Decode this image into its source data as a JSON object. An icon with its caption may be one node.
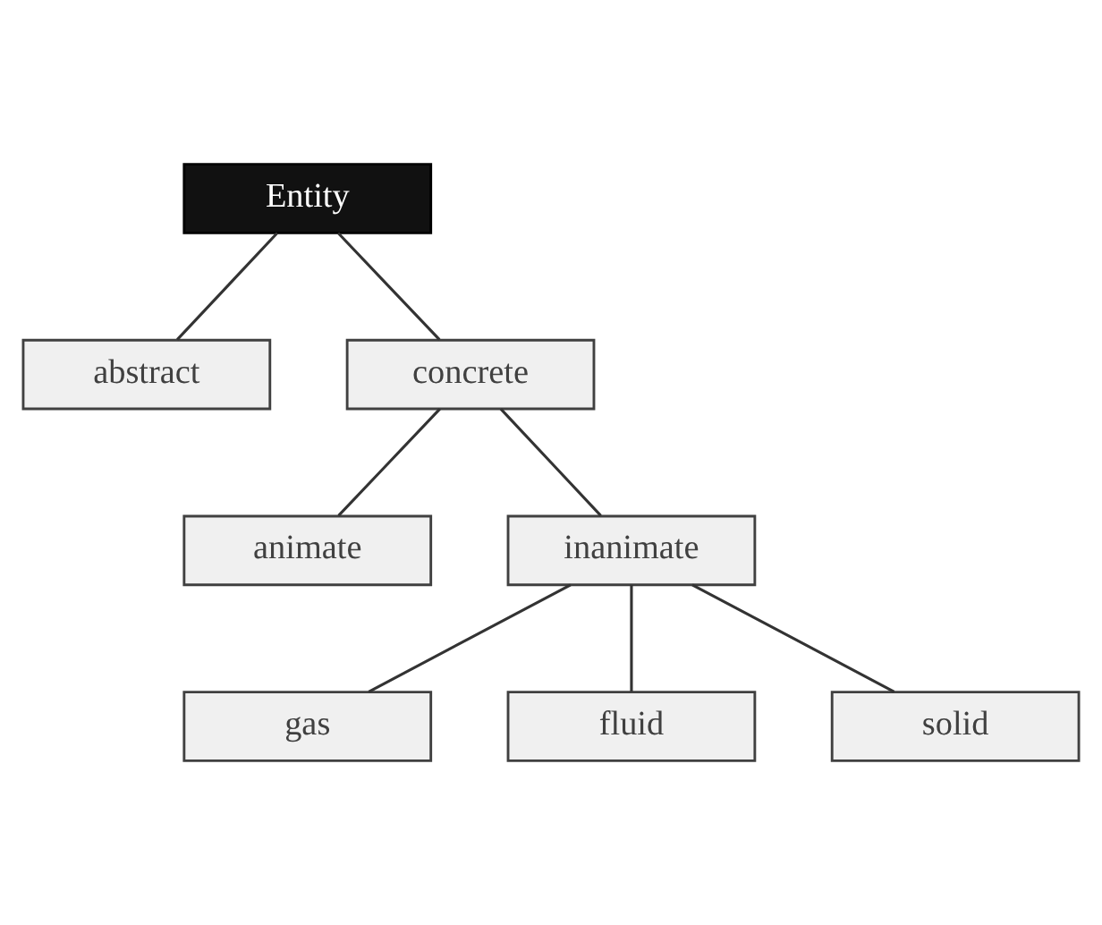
{
  "diagram": {
    "nodes": [
      {
        "text": [
          "Entity"
        ]
      },
      {
        "text": [
          "abstract"
        ]
      },
      {
        "text": [
          "concrete"
        ]
      },
      {
        "text": [
          "animate"
        ]
      },
      {
        "text": [
          "inanimate"
        ]
      },
      {
        "text": [
          "gas"
        ]
      },
      {
        "text": [
          "fluid"
        ]
      },
      {
        "text": [
          "solid"
        ]
      }
    ],
    "edges": [
      {
        "from": 0,
        "to": 1,
        "arrow": "none"
      },
      {
        "from": 0,
        "to": 2,
        "arrow": "none"
      },
      {
        "from": 2,
        "to": 3,
        "arrow": "none"
      },
      {
        "from": 2,
        "to": 4,
        "arrow": "none"
      },
      {
        "from": 4,
        "to": 5,
        "arrow": "none"
      },
      {
        "from": 4,
        "to": 6,
        "arrow": "none"
      },
      {
        "from": 4,
        "to": 7,
        "arrow": "none"
      }
    ]
  }
}
